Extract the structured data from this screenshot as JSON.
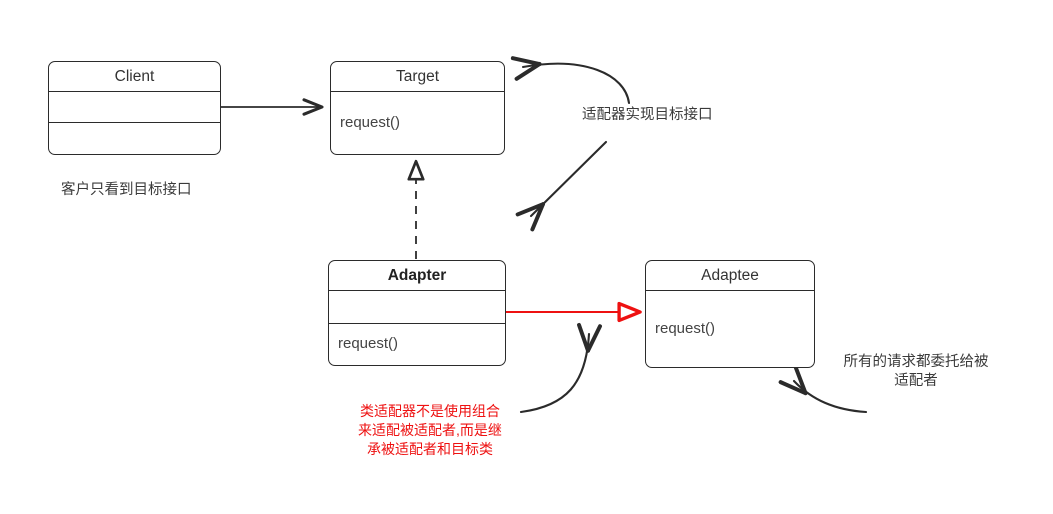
{
  "diagram": {
    "title": "Adapter Pattern (Class Adapter) UML Diagram",
    "colors": {
      "stroke": "#2b2b2b",
      "text": "#333333",
      "accent_red": "#ee1111",
      "background": "#ffffff"
    },
    "classes": [
      {
        "id": "client",
        "name": "Client",
        "bold_title": false,
        "compartments": [
          "",
          ""
        ]
      },
      {
        "id": "target",
        "name": "Target",
        "bold_title": false,
        "compartments": [
          "request()"
        ]
      },
      {
        "id": "adapter",
        "name": "Adapter",
        "bold_title": true,
        "compartments": [
          "",
          "request()"
        ]
      },
      {
        "id": "adaptee",
        "name": "Adaptee",
        "bold_title": false,
        "compartments": [
          "request()"
        ]
      }
    ],
    "annotations": [
      {
        "id": "client-note",
        "text": "客户只看到目标接口",
        "color": "default"
      },
      {
        "id": "adapter-implements-target-note",
        "text": "适配器实现目标接口",
        "color": "default"
      },
      {
        "id": "delegate-note",
        "line1": "所有的请求都委托给被",
        "line2": "适配者",
        "color": "default"
      },
      {
        "id": "class-adapter-note",
        "line1": "类适配器不是使用组合",
        "line2": "来适配被适配者,而是继",
        "line3": "承被适配者和目标类",
        "color": "red"
      }
    ],
    "relations": [
      {
        "id": "client-to-target",
        "kind": "association-arrow",
        "from": "client",
        "to": "target"
      },
      {
        "id": "adapter-realizes-target",
        "kind": "realization-dashed",
        "from": "adapter",
        "to": "target"
      },
      {
        "id": "adapter-to-adaptee",
        "kind": "red-generalization",
        "from": "adapter",
        "to": "adaptee"
      }
    ]
  }
}
